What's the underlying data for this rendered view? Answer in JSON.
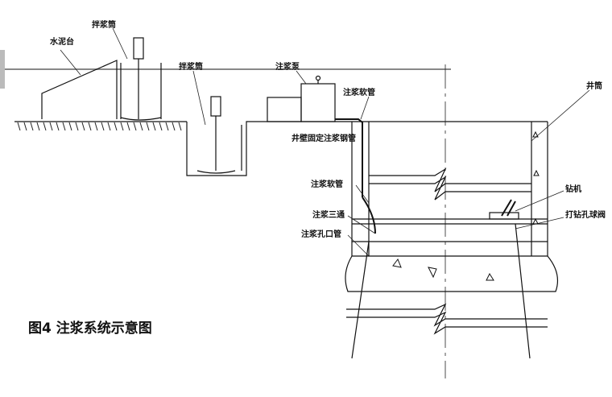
{
  "labels": {
    "cement_platform": "水泥台",
    "mixer_1": "拌浆筒",
    "mixer_2": "拌浆筒",
    "grout_pump": "注浆泵",
    "grout_soft_pipe_top": "注浆软管",
    "shaft": "井筒",
    "wall_fixed_pipe": "井壁固定注浆钢管",
    "grout_soft_pipe_mid": "注浆软管",
    "grout_tee": "注浆三通",
    "grout_orifice_pipe": "注浆孔口管",
    "drill_rig": "钻机",
    "drill_hole_valve": "打钻孔球阀"
  },
  "caption": "图4  注浆系统示意图"
}
